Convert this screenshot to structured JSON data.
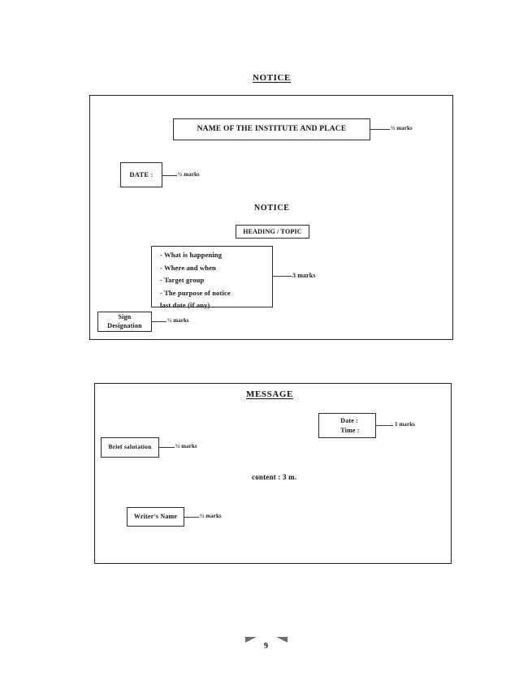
{
  "document": {
    "page_number": "9"
  },
  "notice_section": {
    "title": "NOTICE",
    "institute_box": {
      "label": "NAME OF THE INSTITUTE AND PLACE",
      "marks": "½ marks"
    },
    "date_box": {
      "label": "DATE :",
      "marks": "½ marks"
    },
    "inner_heading": "NOTICE",
    "topic_box": {
      "label": "HEADING / TOPIC"
    },
    "body_box": {
      "lines": [
        "- What is happening",
        "- Where and when",
        "- Target group",
        "- The purpose of notice",
        "last date (if any)"
      ],
      "marks": "3 marks"
    },
    "sign_box": {
      "line1": "Sign",
      "line2": "Designation",
      "marks": "½ marks"
    }
  },
  "message_section": {
    "title": "MESSAGE",
    "datetime_box": {
      "line1": "Date :",
      "line2": "Time :",
      "marks": "1 marks"
    },
    "salutation_box": {
      "label": "Brief salutation",
      "marks": "½ marks"
    },
    "content_note": "content : 3 m.",
    "writer_box": {
      "label": "Writer's Name",
      "marks": "½ marks"
    }
  }
}
